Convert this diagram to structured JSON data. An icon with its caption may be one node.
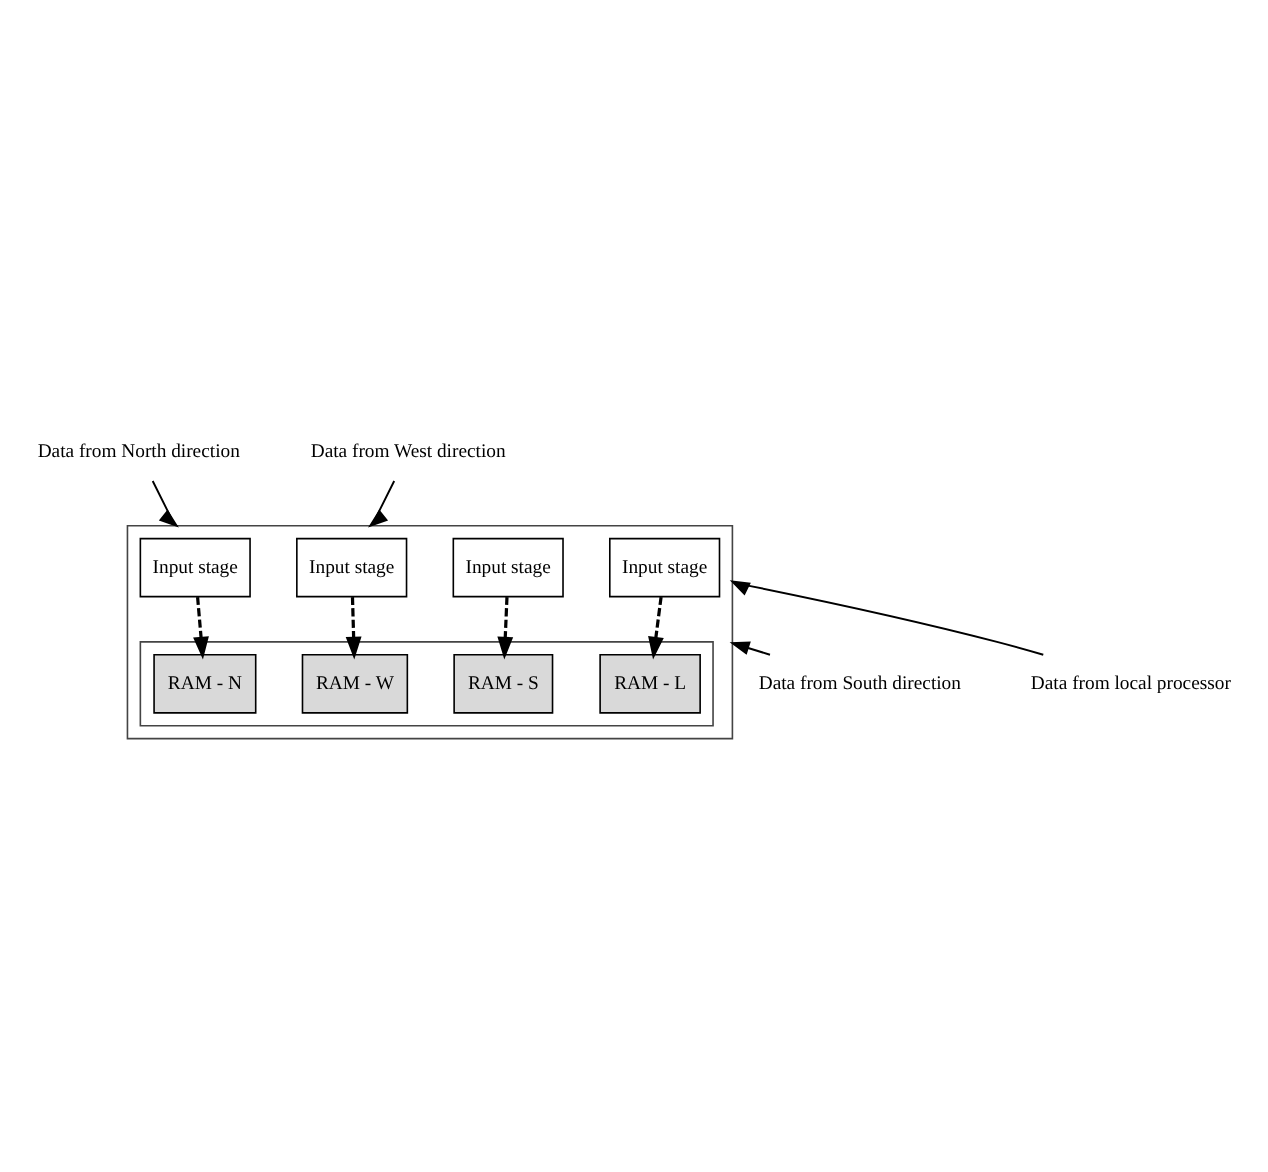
{
  "diagram": {
    "nodes": [
      {
        "text": [],
        "shape": "box"
      },
      {
        "text": [
          "Input stage"
        ],
        "in": 0
      },
      {
        "text": [
          "Input stage"
        ],
        "in": 0
      },
      {
        "text": [],
        "shape": "box",
        "in": 0
      },
      {
        "text": [
          "RAM - N"
        ],
        "in": 3
      },
      {
        "text": [
          "RAM - W"
        ],
        "in": 3
      },
      {
        "text": [
          "RAM - S"
        ],
        "in": 3
      },
      {
        "text": [
          "RAM - L"
        ],
        "in": 3
      },
      {
        "text": [
          "Input stage"
        ],
        "in": 0
      },
      {
        "text": [
          "Input stage"
        ],
        "in": 0
      },
      {
        "text": [
          "Data from North direction"
        ]
      },
      {
        "text": [
          "Data from West direction"
        ]
      },
      {
        "text": [
          "Data from South direction"
        ]
      },
      {
        "text": [
          "Data from local processor"
        ]
      }
    ],
    "edges": [
      {
        "from": 10,
        "to": 0,
        "arrow": "to"
      },
      {
        "from": 11,
        "to": 0,
        "arrow": "to"
      },
      {
        "from": 12,
        "to": 0,
        "arrow": "to"
      },
      {
        "from": 13,
        "to": 0,
        "arrow": "to"
      },
      {
        "from": 1,
        "to": 4,
        "arrow": "to",
        "style": "dashed"
      },
      {
        "from": 2,
        "to": 5,
        "arrow": "to",
        "style": "dashed"
      },
      {
        "from": 8,
        "to": 6,
        "arrow": "to",
        "style": "dashed"
      },
      {
        "from": 9,
        "to": 7,
        "arrow": "to",
        "style": "dashed"
      }
    ]
  }
}
